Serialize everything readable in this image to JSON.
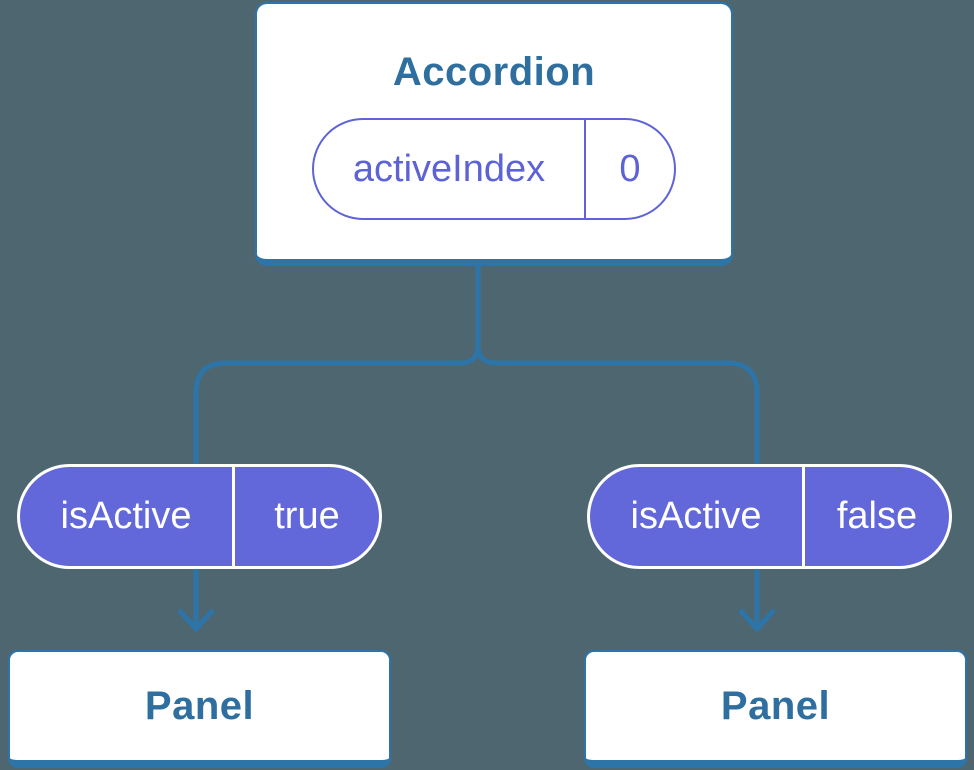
{
  "diagram": {
    "description": "Component tree showing state lifted to a parent Accordion and passed down as props",
    "root": {
      "title": "Accordion",
      "state": {
        "name": "activeIndex",
        "value": "0"
      }
    },
    "children": [
      {
        "prop": {
          "name": "isActive",
          "value": "true"
        },
        "component": "Panel"
      },
      {
        "prop": {
          "name": "isActive",
          "value": "false"
        },
        "component": "Panel"
      }
    ]
  },
  "colors": {
    "background": "#4d6670",
    "connector_blue": "#2d75a9",
    "component_text_blue": "#2e6f9f",
    "state_purple_outline": "#5e63d6",
    "prop_purple_fill": "#6267d9",
    "box_fill": "#ffffff"
  }
}
